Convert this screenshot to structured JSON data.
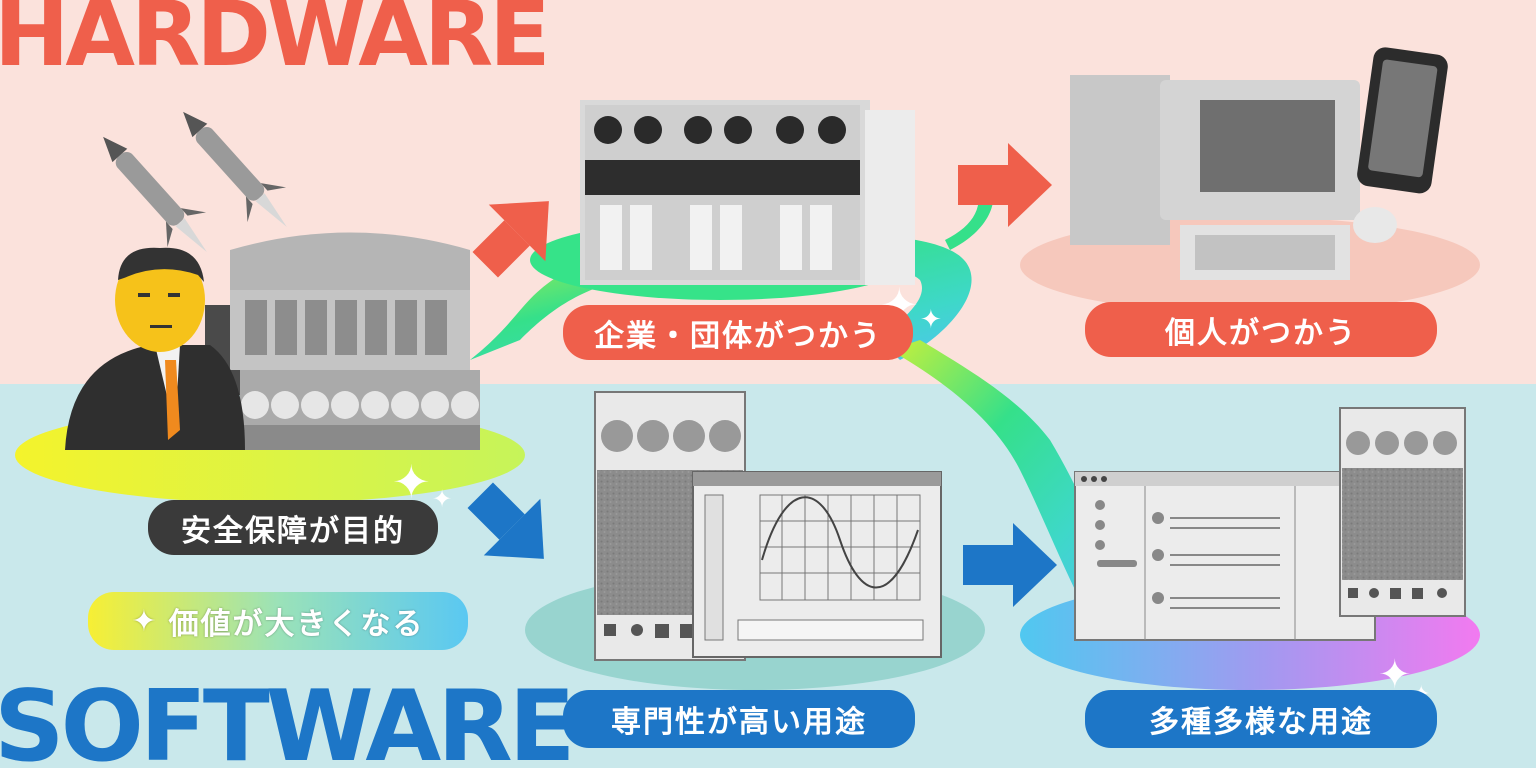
{
  "titles": {
    "hardware": "HARDWARE",
    "software": "SOFTWARE"
  },
  "labels": {
    "security": "安全保障が目的",
    "value_increase": "価値が大きくなる",
    "enterprise_use": "企業・団体がつかう",
    "personal_use": "個人がつかう",
    "specialized_use": "専門性が高い用途",
    "diverse_use": "多種多様な用途"
  },
  "colors": {
    "hardware_band": "#fbe2dc",
    "software_band": "#c9e8eb",
    "hardware_accent": "#ef5f4b",
    "software_accent": "#1d76c7"
  }
}
